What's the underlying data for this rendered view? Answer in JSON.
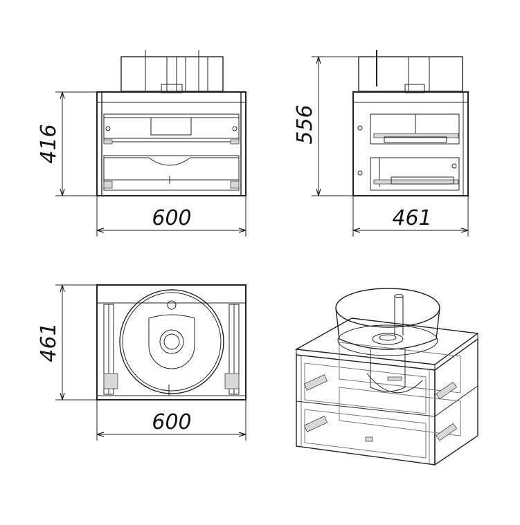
{
  "drawing": {
    "views": [
      {
        "name": "front",
        "dims": [
          "416",
          "600"
        ]
      },
      {
        "name": "side",
        "dims": [
          "556",
          "461"
        ]
      },
      {
        "name": "top",
        "dims": [
          "461",
          "600"
        ]
      },
      {
        "name": "isometric",
        "dims": []
      }
    ],
    "front_height": "416",
    "front_width": "600",
    "side_height": "556",
    "side_depth": "461",
    "top_depth": "461",
    "top_width": "600"
  }
}
